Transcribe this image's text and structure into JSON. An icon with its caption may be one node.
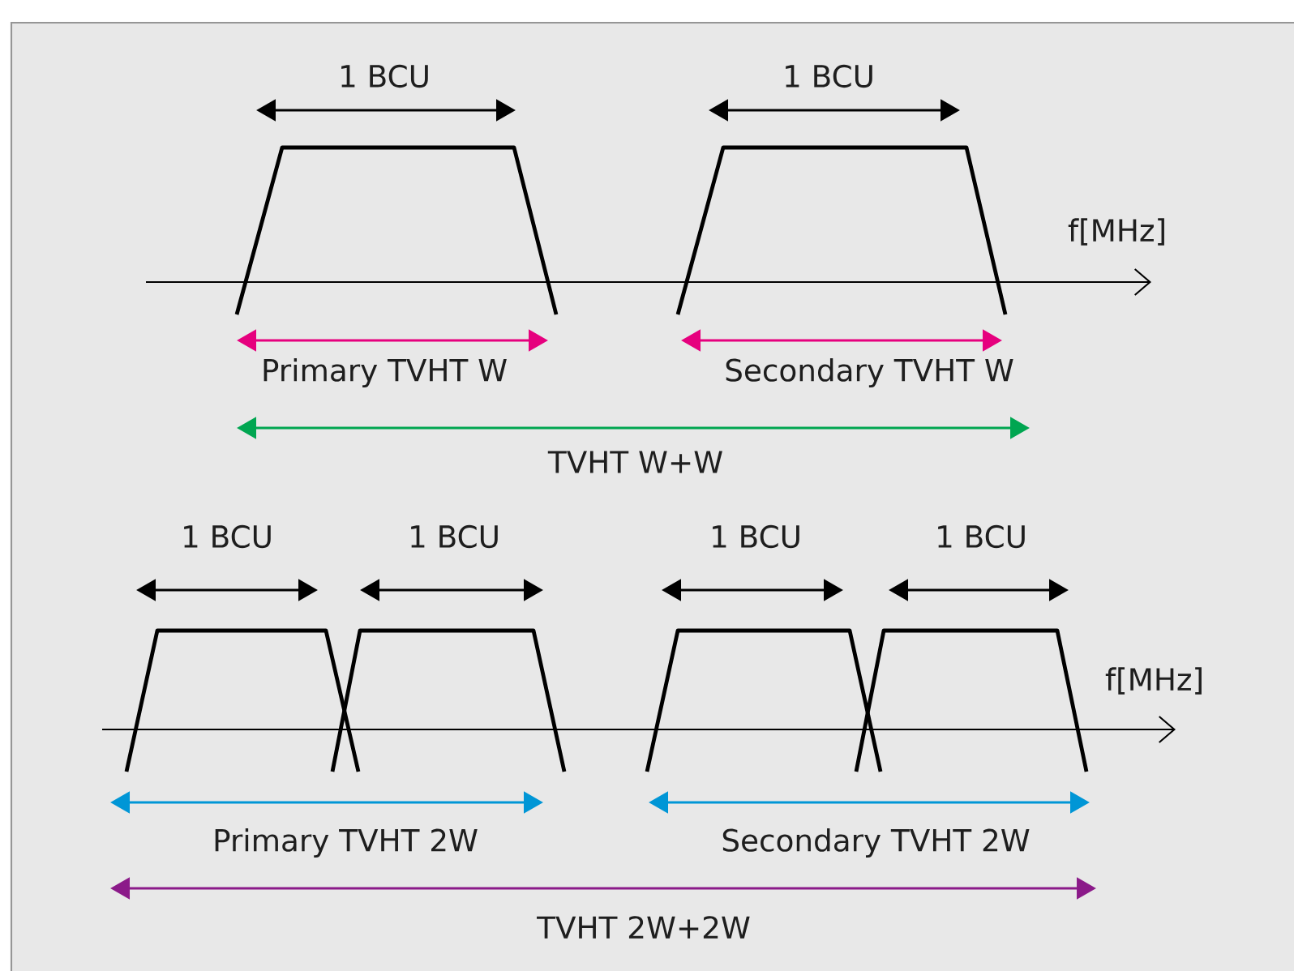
{
  "diagram": {
    "labels": [
      "1 BCU",
      "1 BCU",
      "f[MHz]",
      "Primary TVHT W",
      "Secondary TVHT W",
      "TVHT W+W",
      "1 BCU",
      "1 BCU",
      "1 BCU",
      "1 BCU",
      "f[MHz]",
      "Primary TVHT 2W",
      "Secondary TVHT 2W",
      "TVHT 2W+2W"
    ]
  }
}
